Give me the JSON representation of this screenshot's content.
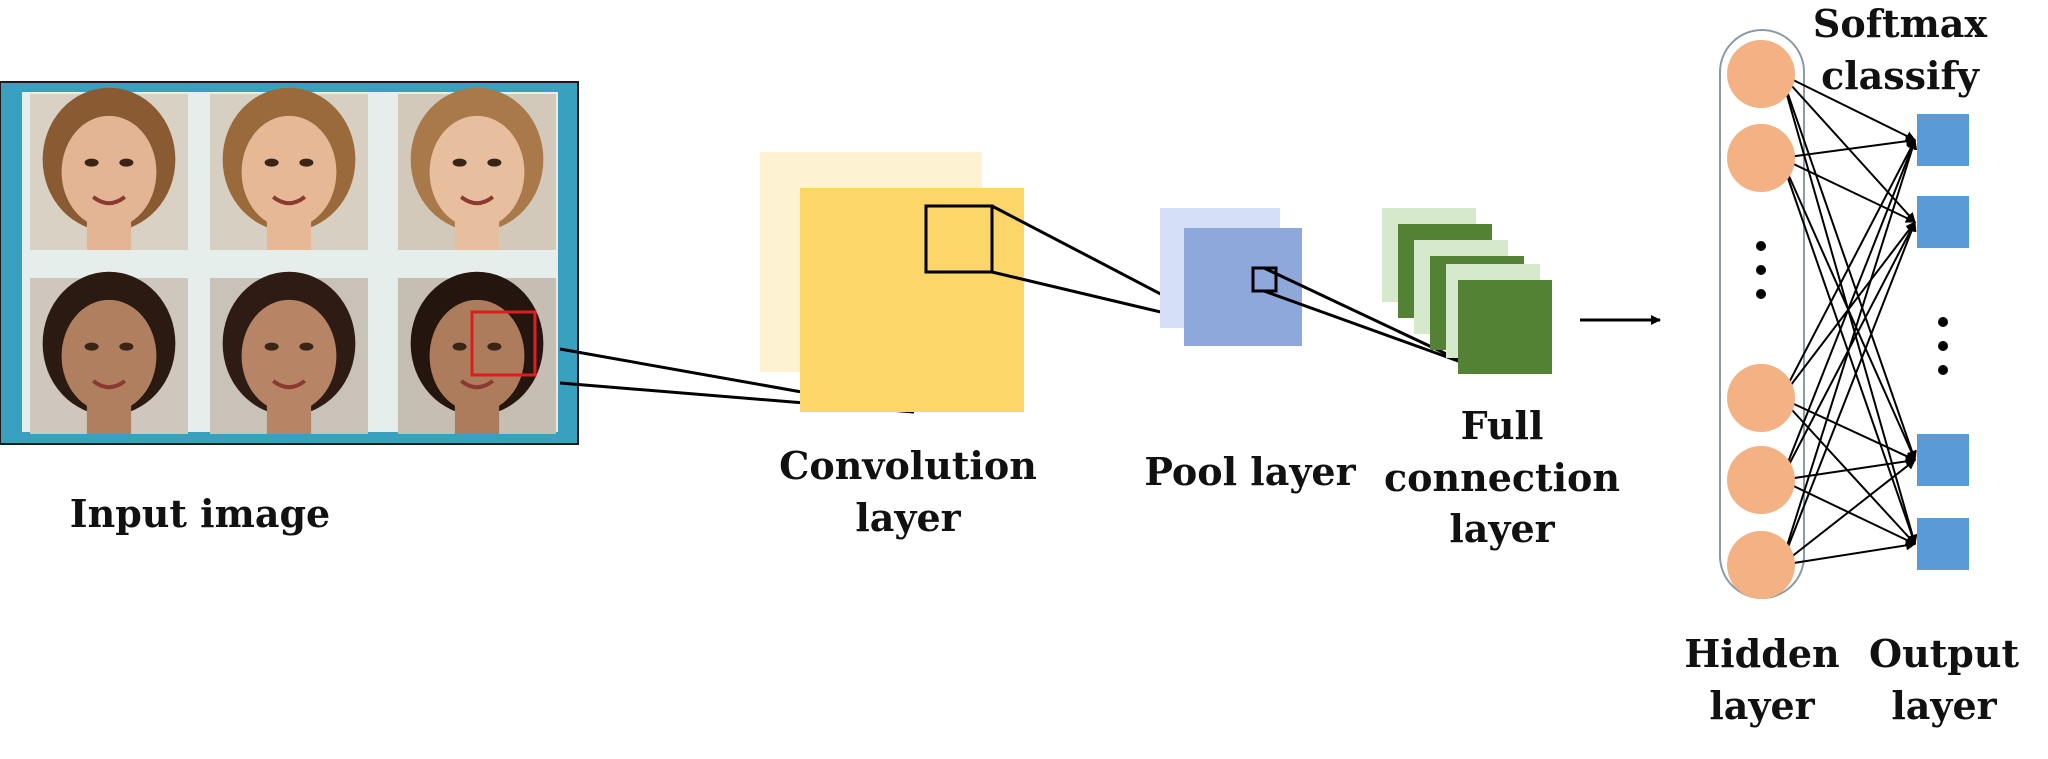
{
  "labels": {
    "input_image": "Input image",
    "convolution_line1": "Convolution",
    "convolution_line2": "layer",
    "pool": "Pool layer",
    "full_line1": "Full",
    "full_line2": "connection",
    "full_line3": "layer",
    "softmax_line1": "Softmax",
    "softmax_line2": "classify",
    "hidden_line1": "Hidden",
    "hidden_line2": "layer",
    "output_line1": "Output",
    "output_line2": "layer"
  },
  "input_images": [
    {
      "name": "face-1",
      "skin": "#e3b594",
      "hair": "#8a5a32",
      "bg": "#d9d2c4"
    },
    {
      "name": "face-2",
      "skin": "#e6b896",
      "hair": "#9a6a3a",
      "bg": "#d6cfc2"
    },
    {
      "name": "face-3",
      "skin": "#e8bf9e",
      "hair": "#a9794a",
      "bg": "#d2c9bb"
    },
    {
      "name": "face-4",
      "skin": "#b07f5f",
      "hair": "#2a1a12",
      "bg": "#cfc7be"
    },
    {
      "name": "face-5",
      "skin": "#b78566",
      "hair": "#2e1c14",
      "bg": "#c9c2b8"
    },
    {
      "name": "face-6",
      "skin": "#ad7c5c",
      "hair": "#24160f",
      "bg": "#c6beb3"
    }
  ],
  "colors": {
    "input_border": "#3aa0c0",
    "input_gap": "#e6eeec",
    "highlight": "#dd1e1e",
    "conv_back": "#fdf3d2",
    "conv_front": "#fcd669",
    "pool_back": "#d5dff5",
    "pool_front": "#8ea8dc",
    "fc_light": "#d7e9cc",
    "fc_dark": "#548235",
    "neuron": "#f3b184",
    "output": "#5b9bd5",
    "line": "#000000"
  },
  "network": {
    "hidden_nodes": 5,
    "output_nodes": 4
  }
}
